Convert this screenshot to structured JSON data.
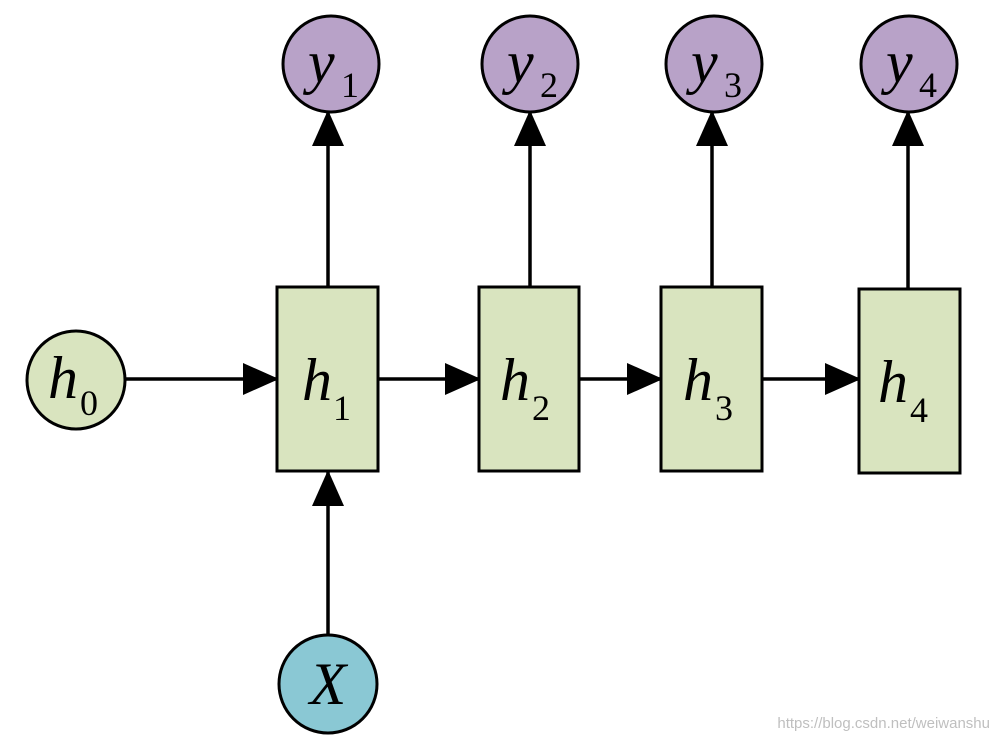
{
  "colors": {
    "hidden_fill": "#d9e4bf",
    "output_fill": "#b8a2c8",
    "input_fill": "#8ac8d4",
    "stroke": "#000000"
  },
  "nodes": {
    "h0": {
      "letter": "h",
      "sub": "0"
    },
    "h1": {
      "letter": "h",
      "sub": "1"
    },
    "h2": {
      "letter": "h",
      "sub": "2"
    },
    "h3": {
      "letter": "h",
      "sub": "3"
    },
    "h4": {
      "letter": "h",
      "sub": "4"
    },
    "y1": {
      "letter": "y",
      "sub": "1"
    },
    "y2": {
      "letter": "y",
      "sub": "2"
    },
    "y3": {
      "letter": "y",
      "sub": "3"
    },
    "y4": {
      "letter": "y",
      "sub": "4"
    },
    "x": {
      "letter": "X"
    }
  },
  "watermark": "https://blog.csdn.net/weiwanshu"
}
